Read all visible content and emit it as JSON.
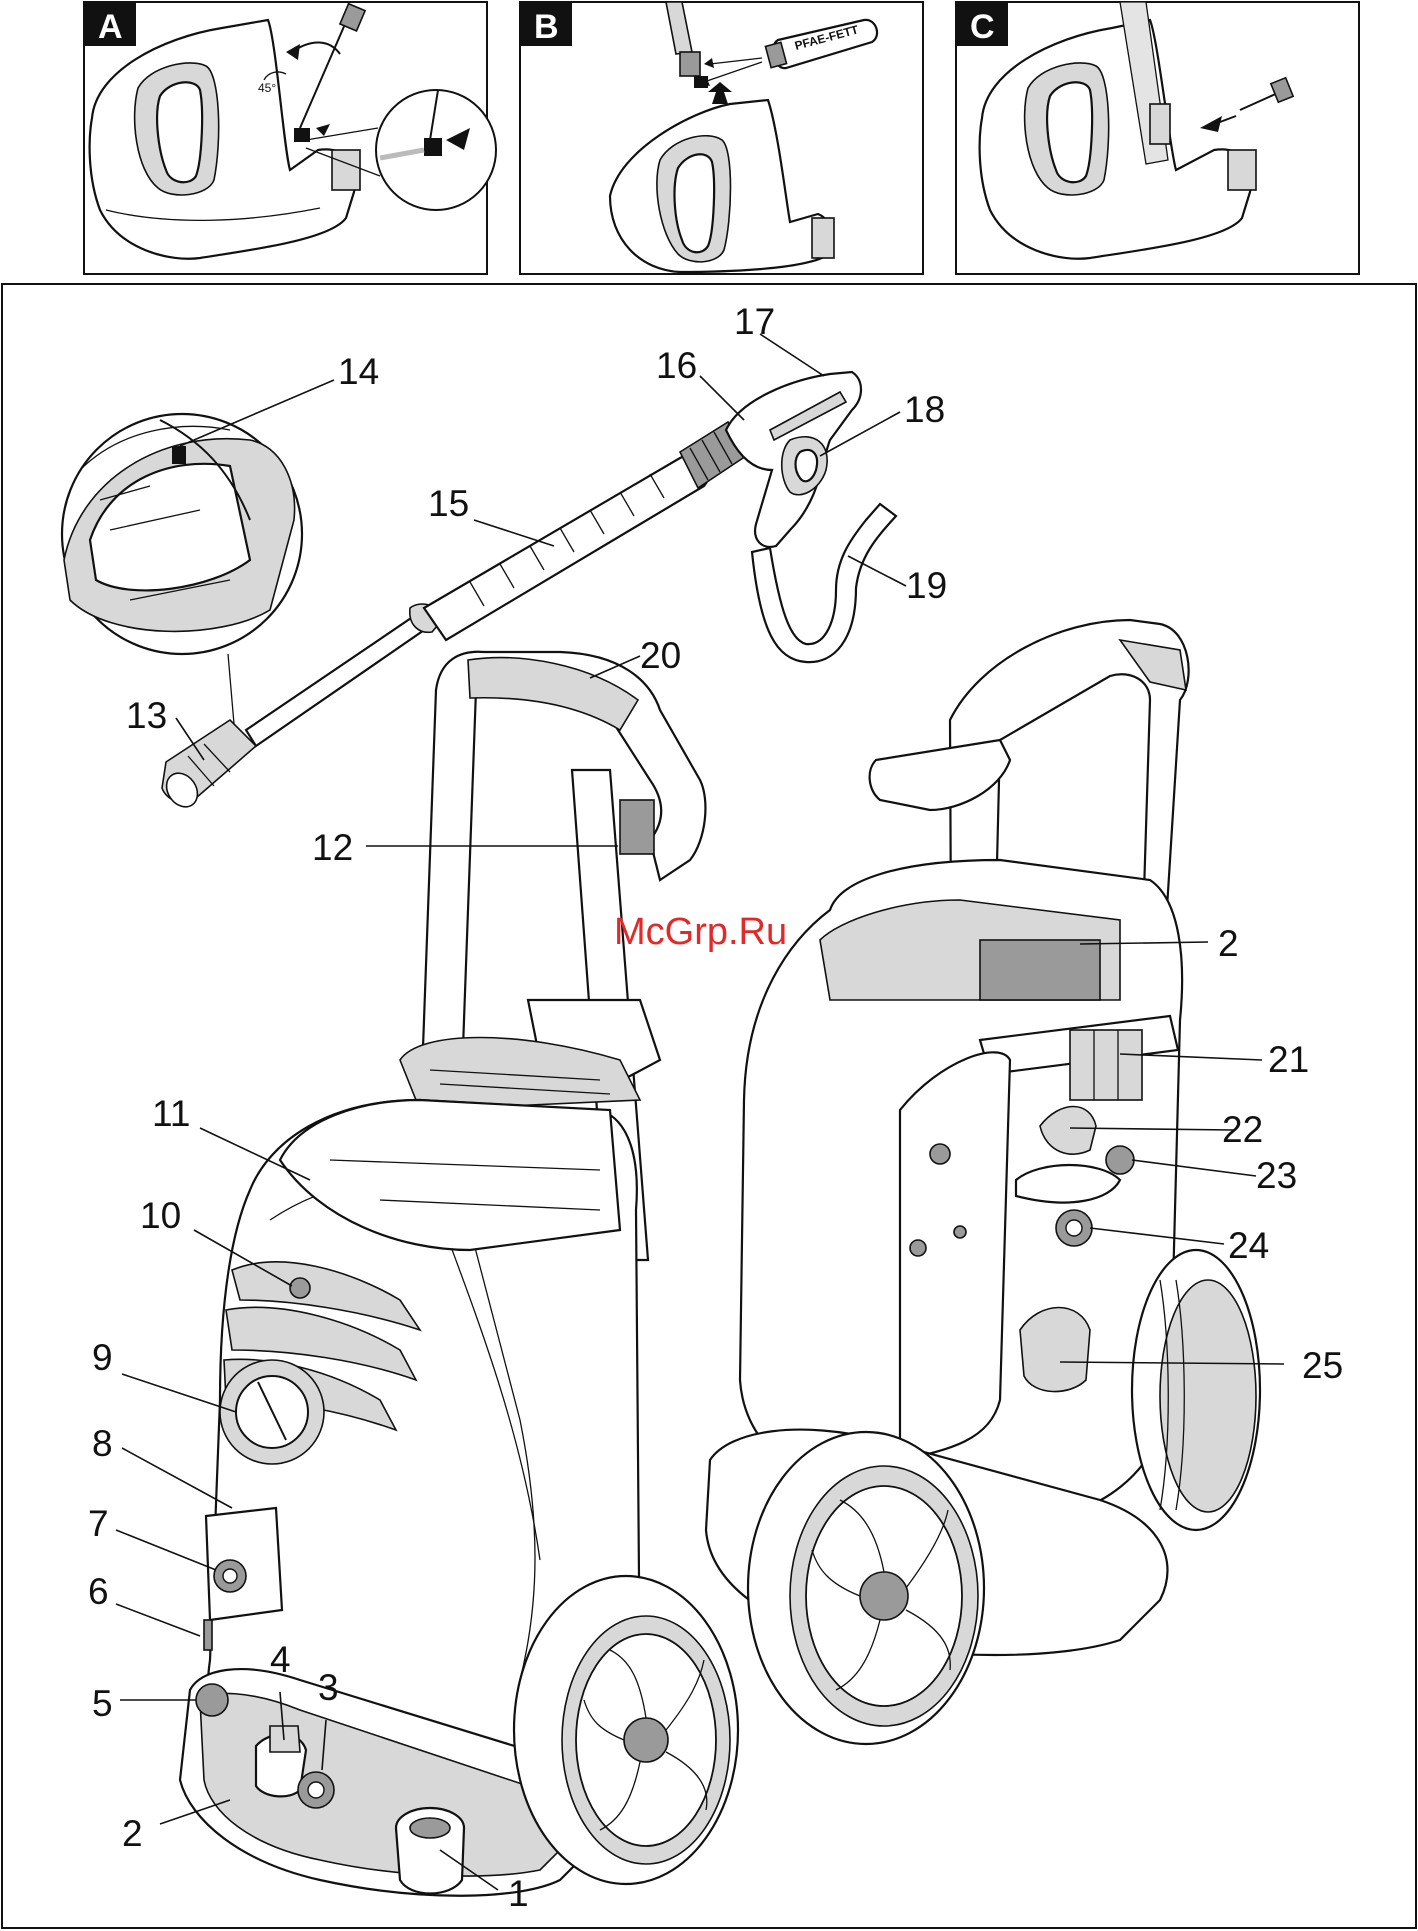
{
  "panels": [
    {
      "letter": "A",
      "angle_label": "45°"
    },
    {
      "letter": "B",
      "tube_label": "PFAE-FETT"
    },
    {
      "letter": "C"
    }
  ],
  "watermark": "McGrp.Ru",
  "callouts": {
    "c1": "1",
    "c2": "2",
    "c2b": "2",
    "c3": "3",
    "c4": "4",
    "c5": "5",
    "c6": "6",
    "c7": "7",
    "c8": "8",
    "c9": "9",
    "c10": "10",
    "c11": "11",
    "c12": "12",
    "c13": "13",
    "c14": "14",
    "c15": "15",
    "c16": "16",
    "c17": "17",
    "c18": "18",
    "c19": "19",
    "c20": "20",
    "c21": "21",
    "c22": "22",
    "c23": "23",
    "c24": "24",
    "c25": "25"
  }
}
